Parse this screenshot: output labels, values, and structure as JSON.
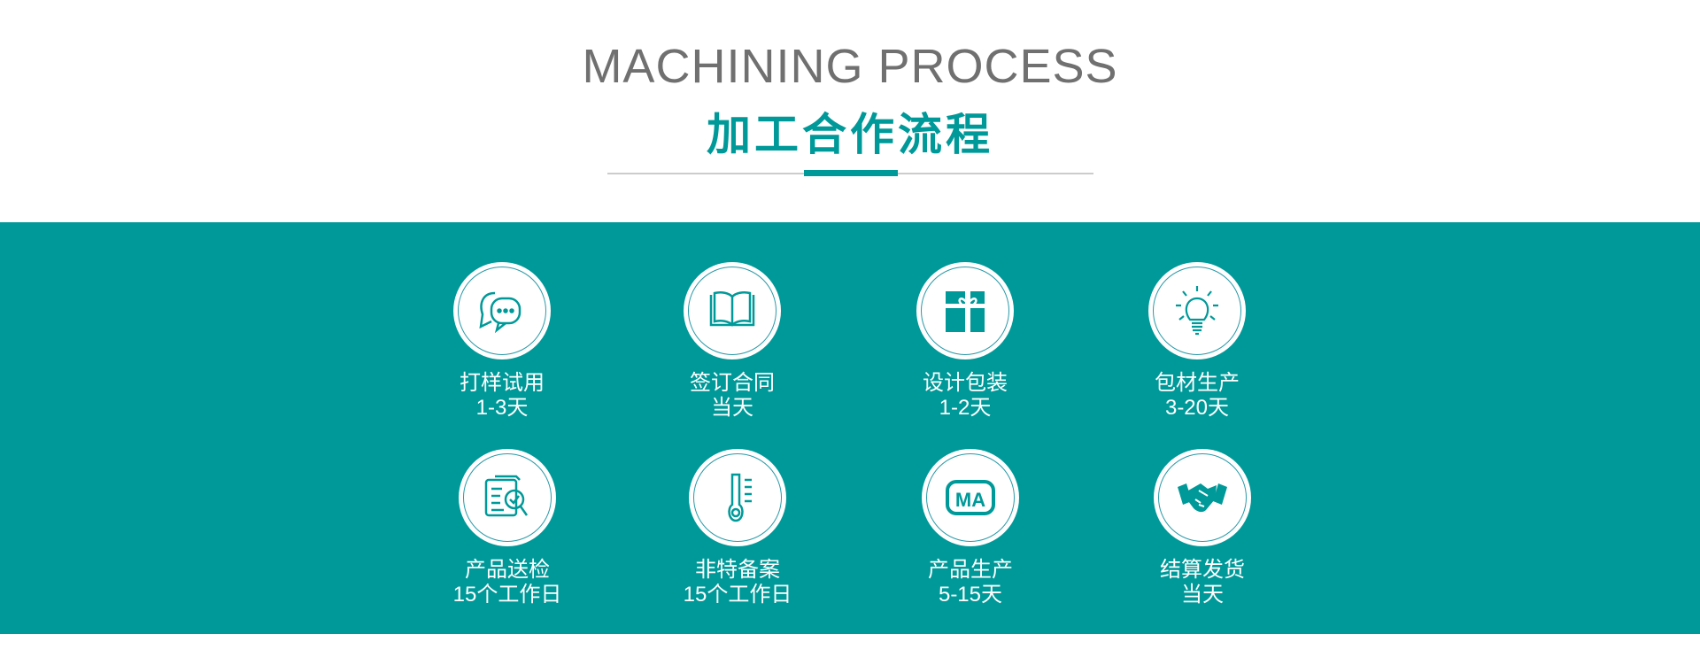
{
  "header": {
    "title_en": "MACHINING PROCESS",
    "title_cn": "加工合作流程"
  },
  "colors": {
    "accent": "#009999",
    "title_gray": "#707070"
  },
  "steps": [
    {
      "name": "打样试用",
      "duration": "1-3天",
      "icon": "chat-bubbles-icon"
    },
    {
      "name": "签订合同",
      "duration": "当天",
      "icon": "open-book-icon"
    },
    {
      "name": "设计包装",
      "duration": "1-2天",
      "icon": "gift-box-icon"
    },
    {
      "name": "包材生产",
      "duration": "3-20天",
      "icon": "light-bulb-icon"
    },
    {
      "name": "产品送检",
      "duration": "15个工作日",
      "icon": "document-inspect-icon"
    },
    {
      "name": "非特备案",
      "duration": "15个工作日",
      "icon": "thermometer-icon"
    },
    {
      "name": "产品生产",
      "duration": "5-15天",
      "icon": "cma-badge-icon"
    },
    {
      "name": "结算发货",
      "duration": "当天",
      "icon": "handshake-icon"
    }
  ]
}
